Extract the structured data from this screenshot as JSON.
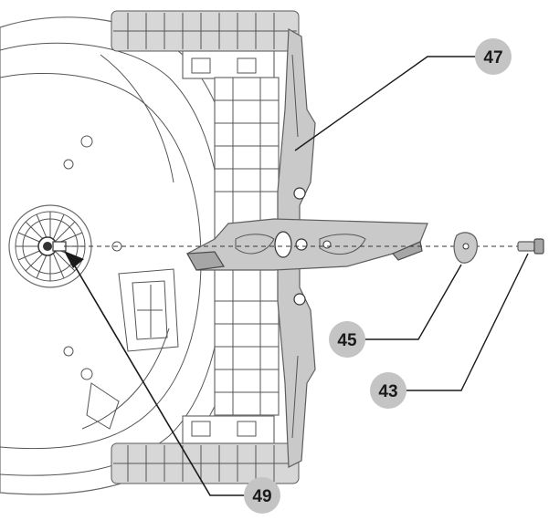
{
  "figure": {
    "callouts": [
      {
        "id": "47",
        "label": "47"
      },
      {
        "id": "45",
        "label": "45"
      },
      {
        "id": "43",
        "label": "43"
      },
      {
        "id": "49",
        "label": "49"
      }
    ]
  },
  "colors": {
    "callout_fill": "#c4c4c4",
    "blade_fill": "#c9c9c9",
    "line": "#1a1a1a"
  }
}
